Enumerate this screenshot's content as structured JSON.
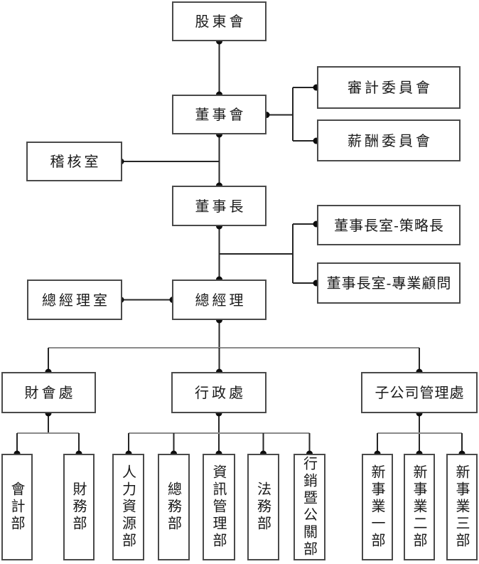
{
  "diagram": {
    "type": "org-chart",
    "language": "zh-TW",
    "colors": {
      "background": "#ffffff",
      "box_border": "#4a4a4a",
      "connector_line": "#262626",
      "bus_line": "#8a8a8a",
      "junction_dot": "#0d0d0d",
      "text": "#1a1a1a"
    },
    "nodes": [
      {
        "id": "shareholders-meeting",
        "label": "股東會",
        "reports_to": null
      },
      {
        "id": "board-of-directors",
        "label": "董事會",
        "reports_to": "shareholders-meeting"
      },
      {
        "id": "audit-committee",
        "label": "審計委員會",
        "reports_to": "board-of-directors"
      },
      {
        "id": "compensation-committee",
        "label": "薪酬委員會",
        "reports_to": "board-of-directors"
      },
      {
        "id": "audit-office",
        "label": "稽核室",
        "reports_to": "board-of-directors"
      },
      {
        "id": "chairman",
        "label": "董事長",
        "reports_to": "board-of-directors"
      },
      {
        "id": "chairman-office-cso",
        "label": "董事長室-策略長",
        "reports_to": "chairman"
      },
      {
        "id": "chairman-office-advisor",
        "label": "董事長室-專業顧問",
        "reports_to": "chairman"
      },
      {
        "id": "general-manager-office",
        "label": "總經理室",
        "reports_to": "general-manager"
      },
      {
        "id": "general-manager",
        "label": "總經理",
        "reports_to": "chairman"
      },
      {
        "id": "finance-accounting-division",
        "label": "財會處",
        "reports_to": "general-manager"
      },
      {
        "id": "administration-division",
        "label": "行政處",
        "reports_to": "general-manager"
      },
      {
        "id": "subsidiary-management-division",
        "label": "子公司管理處",
        "reports_to": "general-manager"
      },
      {
        "id": "accounting-dept",
        "label": "會計部",
        "reports_to": "finance-accounting-division"
      },
      {
        "id": "finance-dept",
        "label": "財務部",
        "reports_to": "finance-accounting-division"
      },
      {
        "id": "human-resources-dept",
        "label": "人力資源部",
        "reports_to": "administration-division"
      },
      {
        "id": "general-affairs-dept",
        "label": "總務部",
        "reports_to": "administration-division"
      },
      {
        "id": "information-management-dept",
        "label": "資訊管理部",
        "reports_to": "administration-division"
      },
      {
        "id": "legal-dept",
        "label": "法務部",
        "reports_to": "administration-division"
      },
      {
        "id": "marketing-public-relations-dept",
        "label": "行銷暨公關部",
        "reports_to": "administration-division"
      },
      {
        "id": "new-business-dept-1",
        "label": "新事業一部",
        "reports_to": "subsidiary-management-division"
      },
      {
        "id": "new-business-dept-2",
        "label": "新事業二部",
        "reports_to": "subsidiary-management-division"
      },
      {
        "id": "new-business-dept-3",
        "label": "新事業三部",
        "reports_to": "subsidiary-management-division"
      }
    ]
  }
}
